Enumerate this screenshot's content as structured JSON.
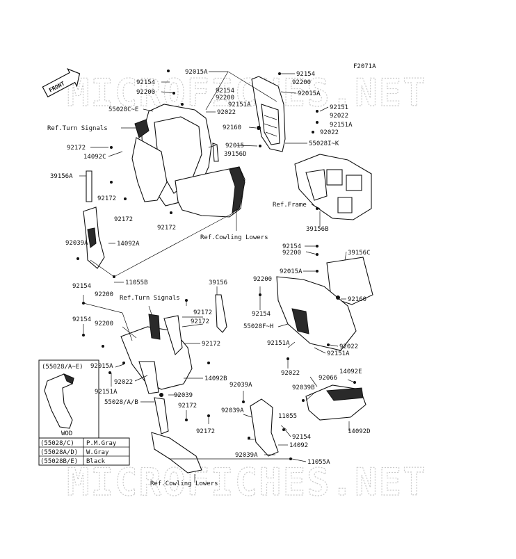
{
  "figure_code": "F2071A",
  "front_badge": "FRONT",
  "watermark": "MICROFICHES.NET",
  "labels": [
    {
      "id": "l1",
      "text": "92015A"
    },
    {
      "id": "l2",
      "text": "92154"
    },
    {
      "id": "l3",
      "text": "92200"
    },
    {
      "id": "l4",
      "text": "55028C~E"
    },
    {
      "id": "l5",
      "text": "Ref.Turn Signals"
    },
    {
      "id": "l6",
      "text": "92154"
    },
    {
      "id": "l7",
      "text": "92200"
    },
    {
      "id": "l8",
      "text": "92151A"
    },
    {
      "id": "l9",
      "text": "92022"
    },
    {
      "id": "l10",
      "text": "92154"
    },
    {
      "id": "l11",
      "text": "92200"
    },
    {
      "id": "l12",
      "text": "92015A"
    },
    {
      "id": "l13",
      "text": "92151"
    },
    {
      "id": "l14",
      "text": "92022"
    },
    {
      "id": "l15",
      "text": "92151A"
    },
    {
      "id": "l16",
      "text": "92022"
    },
    {
      "id": "l17",
      "text": "92160"
    },
    {
      "id": "l18",
      "text": "92015"
    },
    {
      "id": "l19",
      "text": "55028I~K"
    },
    {
      "id": "l20",
      "text": "92172"
    },
    {
      "id": "l21",
      "text": "14092C"
    },
    {
      "id": "l22",
      "text": "39156D"
    },
    {
      "id": "l23",
      "text": "39156A"
    },
    {
      "id": "l24",
      "text": "92172"
    },
    {
      "id": "l25",
      "text": "92172"
    },
    {
      "id": "l26",
      "text": "92172"
    },
    {
      "id": "l27",
      "text": "Ref.Frame"
    },
    {
      "id": "l28",
      "text": "39156B"
    },
    {
      "id": "l29",
      "text": "Ref.Cowling Lowers"
    },
    {
      "id": "l30",
      "text": "92039A"
    },
    {
      "id": "l31",
      "text": "14092A"
    },
    {
      "id": "l32",
      "text": "11055B"
    },
    {
      "id": "l33",
      "text": "92154"
    },
    {
      "id": "l34",
      "text": "92200"
    },
    {
      "id": "l35",
      "text": "39156C"
    },
    {
      "id": "l36",
      "text": "92015A"
    },
    {
      "id": "l37",
      "text": "92200"
    },
    {
      "id": "l38",
      "text": "92160"
    },
    {
      "id": "l39",
      "text": "92154"
    },
    {
      "id": "l40",
      "text": "92154"
    },
    {
      "id": "l41",
      "text": "92200"
    },
    {
      "id": "l42",
      "text": "Ref.Turn Signals"
    },
    {
      "id": "l43",
      "text": "39156"
    },
    {
      "id": "l44",
      "text": "92172"
    },
    {
      "id": "l45",
      "text": "92172"
    },
    {
      "id": "l46",
      "text": "55028F~H"
    },
    {
      "id": "l47",
      "text": "92154"
    },
    {
      "id": "l48",
      "text": "92200"
    },
    {
      "id": "l49",
      "text": "92172"
    },
    {
      "id": "l50",
      "text": "92151A"
    },
    {
      "id": "l51",
      "text": "92022"
    },
    {
      "id": "l52",
      "text": "92151A"
    },
    {
      "id": "l53",
      "text": "92015A"
    },
    {
      "id": "l54",
      "text": "92022"
    },
    {
      "id": "l55",
      "text": "14092B"
    },
    {
      "id": "l56",
      "text": "92022"
    },
    {
      "id": "l57",
      "text": "14092E"
    },
    {
      "id": "l58",
      "text": "92066"
    },
    {
      "id": "l59",
      "text": "92151A"
    },
    {
      "id": "l60",
      "text": "92039"
    },
    {
      "id": "l61",
      "text": "92039A"
    },
    {
      "id": "l62",
      "text": "92039B"
    },
    {
      "id": "l63",
      "text": "55028/A/B"
    },
    {
      "id": "l64",
      "text": "92172"
    },
    {
      "id": "l65",
      "text": "92039A"
    },
    {
      "id": "l66",
      "text": "11055"
    },
    {
      "id": "l67",
      "text": "92172"
    },
    {
      "id": "l68",
      "text": "14092D"
    },
    {
      "id": "l69",
      "text": "92154"
    },
    {
      "id": "l70",
      "text": "14092"
    },
    {
      "id": "l71",
      "text": "92039A"
    },
    {
      "id": "l72",
      "text": "11055A"
    },
    {
      "id": "l73",
      "text": "Ref.Cowling Lowers"
    }
  ],
  "inset": {
    "title": "(55028/A~E)",
    "caption": "WOD"
  },
  "color_table": [
    {
      "code": "(55028/C)",
      "color": "P.M.Gray"
    },
    {
      "code": "(55028A/D)",
      "color": "W.Gray"
    },
    {
      "code": "(55028B/E)",
      "color": "Black"
    }
  ]
}
